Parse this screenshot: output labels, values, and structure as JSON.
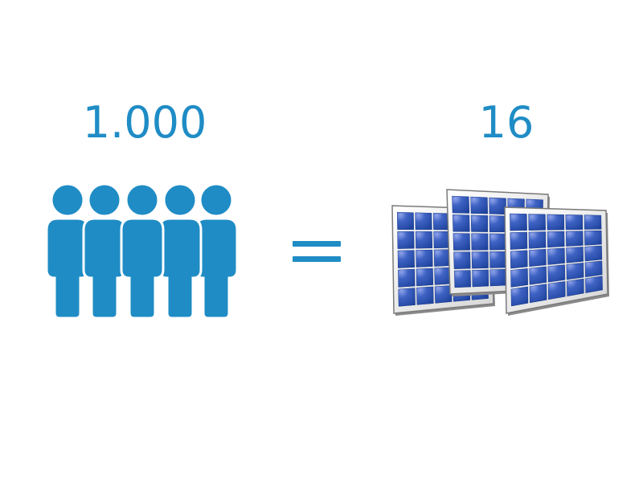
{
  "comparison": {
    "people_count": "1.000",
    "panel_count": "16"
  },
  "icons": {
    "people": "group-of-people-icon",
    "equals": "equals-sign",
    "panels": "solar-panels-icon"
  },
  "colors": {
    "accent": "#1f8cc5",
    "panel_cell": "#2a5db3",
    "panel_cell_light": "#6b86d6",
    "panel_frame": "#f2f2f2",
    "panel_edge": "#7a7a7a"
  }
}
